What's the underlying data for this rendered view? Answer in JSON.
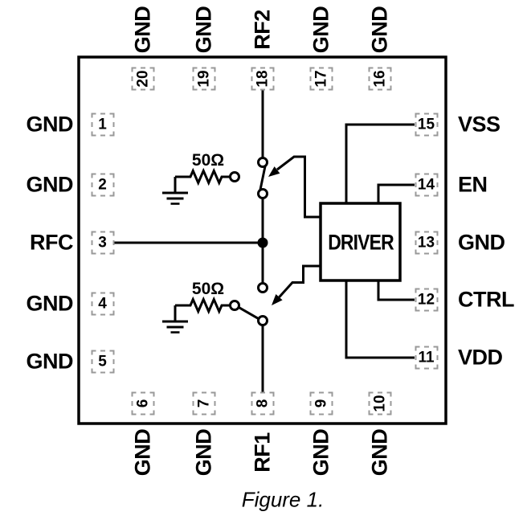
{
  "figure": {
    "caption": "Figure 1."
  },
  "chip": {
    "driver_label": "DRIVER",
    "termination_top": "50Ω",
    "termination_bottom": "50Ω"
  },
  "pins": {
    "top": [
      {
        "num": "20",
        "label": "GND"
      },
      {
        "num": "19",
        "label": "GND"
      },
      {
        "num": "18",
        "label": "RF2"
      },
      {
        "num": "17",
        "label": "GND"
      },
      {
        "num": "16",
        "label": "GND"
      }
    ],
    "left": [
      {
        "num": "1",
        "label": "GND"
      },
      {
        "num": "2",
        "label": "GND"
      },
      {
        "num": "3",
        "label": "RFC"
      },
      {
        "num": "4",
        "label": "GND"
      },
      {
        "num": "5",
        "label": "GND"
      }
    ],
    "right": [
      {
        "num": "15",
        "label": "VSS"
      },
      {
        "num": "14",
        "label": "EN"
      },
      {
        "num": "13",
        "label": "GND"
      },
      {
        "num": "12",
        "label": "CTRL"
      },
      {
        "num": "11",
        "label": "VDD"
      }
    ],
    "bottom": [
      {
        "num": "6",
        "label": "GND"
      },
      {
        "num": "7",
        "label": "GND"
      },
      {
        "num": "8",
        "label": "RF1"
      },
      {
        "num": "9",
        "label": "GND"
      },
      {
        "num": "10",
        "label": "GND"
      }
    ]
  },
  "colors": {
    "line": "#000000",
    "pin_box_border": "#999999",
    "background": "#ffffff",
    "text": "#000000"
  }
}
